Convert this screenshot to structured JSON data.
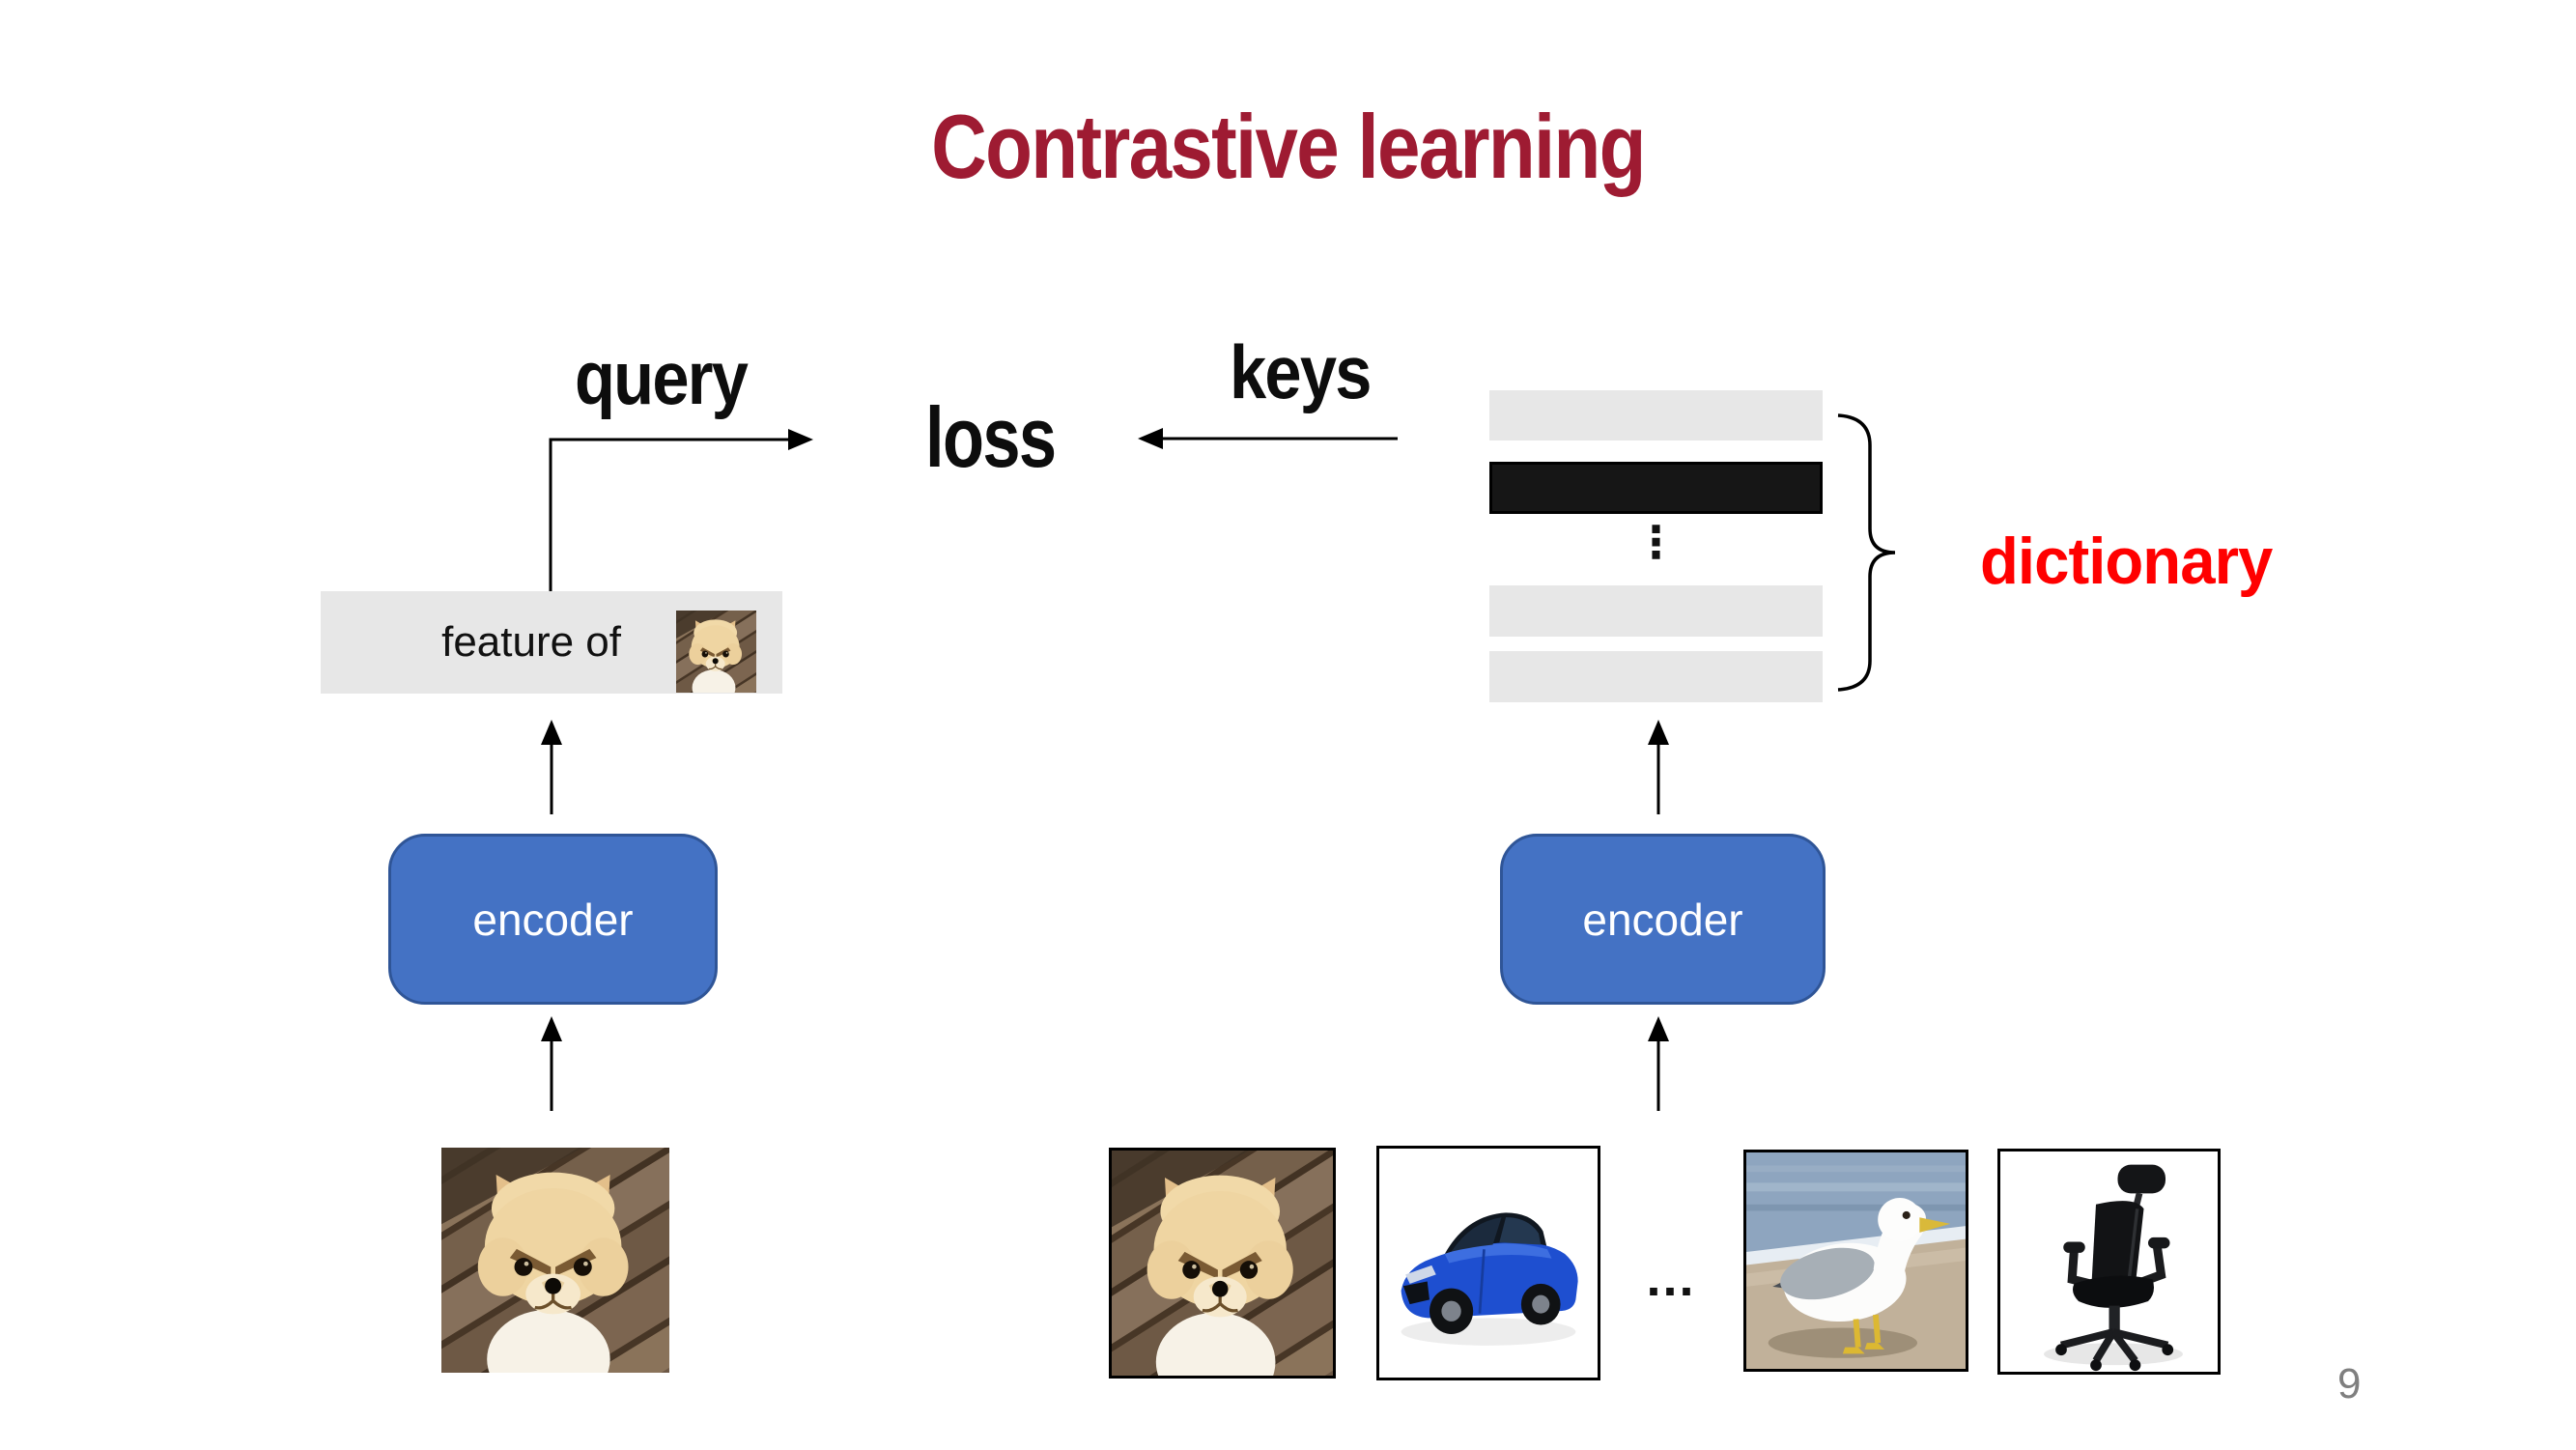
{
  "slide": {
    "title": "Contrastive learning",
    "page_number": "9"
  },
  "diagram": {
    "query_label": "query",
    "keys_label": "keys",
    "loss_label": "loss",
    "feature_box_text": "feature of",
    "encoder_query_label": "encoder",
    "encoder_key_label": "encoder",
    "dictionary_label": "dictionary",
    "vertical_ellipsis": "⋮",
    "horizontal_ellipsis": "..."
  },
  "colors": {
    "title_maroon": "#9e1b32",
    "dictionary_red": "#ff0000",
    "encoder_blue_fill": "#4472c4",
    "encoder_blue_border": "#2f5597",
    "bar_light_gray": "#e7e7e7",
    "bar_black": "#161616",
    "arrow_black": "#000000",
    "page_number_gray": "#7f7f7f"
  },
  "images": {
    "query_image": "angry-pomeranian-dog",
    "feature_thumbnail": "angry-pomeranian-dog",
    "key_images": [
      "angry-pomeranian-dog",
      "blue-sedan-car",
      "seagull-on-beach",
      "black-office-chair"
    ]
  }
}
